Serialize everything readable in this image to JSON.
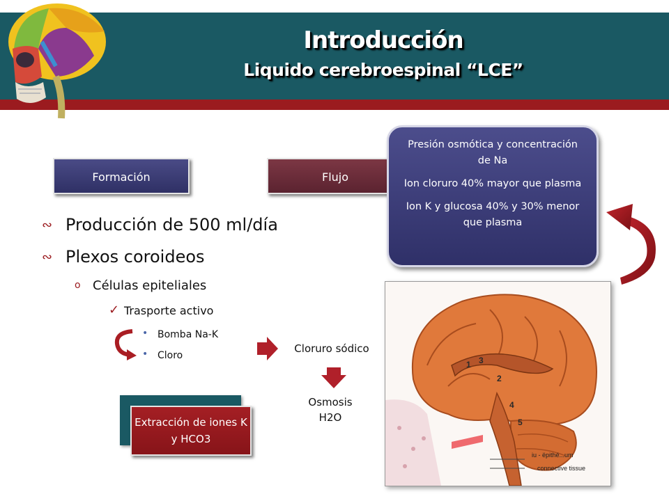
{
  "header": {
    "title": "Introducción",
    "subtitle": "Liquido cerebroespinal “LCE”"
  },
  "tags": {
    "formacion": "Formación",
    "flujo": "Flujo"
  },
  "info_box": {
    "line1": "Presión osmótica y concentración de Na",
    "line2": "Ion cloruro 40% mayor que plasma",
    "line3": "Ion K y glucosa 40% y 30% menor que plasma"
  },
  "bullets": {
    "produccion": "Producción de 500 ml/día",
    "plexos": "Plexos coroideos",
    "celulas": "Células epiteliales",
    "transporte": "Trasporte activo",
    "bomba": "Bomba Na-K",
    "cloro": "Cloro"
  },
  "labels": {
    "cloruro": "Cloruro sódico",
    "osmosis_line1": "Osmosis",
    "osmosis_line2": "H2O",
    "extraccion": "Extracción de iones K y HCO3"
  },
  "brain_figure": {
    "numbers": [
      "1",
      "3",
      "2",
      "4",
      "5"
    ],
    "caption_1": "iu - ëpithé...um",
    "caption_2": "connective tissue"
  },
  "colors": {
    "header_teal": "#1a5963",
    "accent_red": "#9b1b1f",
    "tag_blue": "#3b3c74",
    "tag_maroon": "#6b2a37"
  }
}
